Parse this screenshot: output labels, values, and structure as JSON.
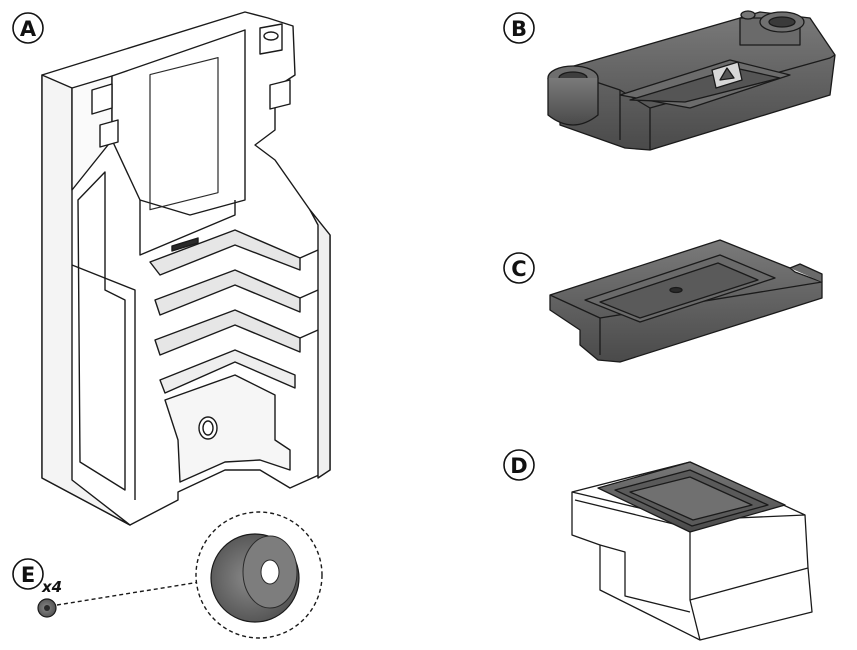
{
  "parts": [
    {
      "id": "A",
      "color": "#ffffff"
    },
    {
      "id": "B",
      "color": "#5f5f5f"
    },
    {
      "id": "C",
      "color": "#5f5f5f"
    },
    {
      "id": "D",
      "color": "#ffffff"
    },
    {
      "id": "E",
      "quantity": "x4",
      "color": "#6a6a6a"
    }
  ],
  "colors": {
    "outline": "#1a1a1a",
    "dark_part": "#5f5f5f",
    "light_part": "#ffffff"
  }
}
